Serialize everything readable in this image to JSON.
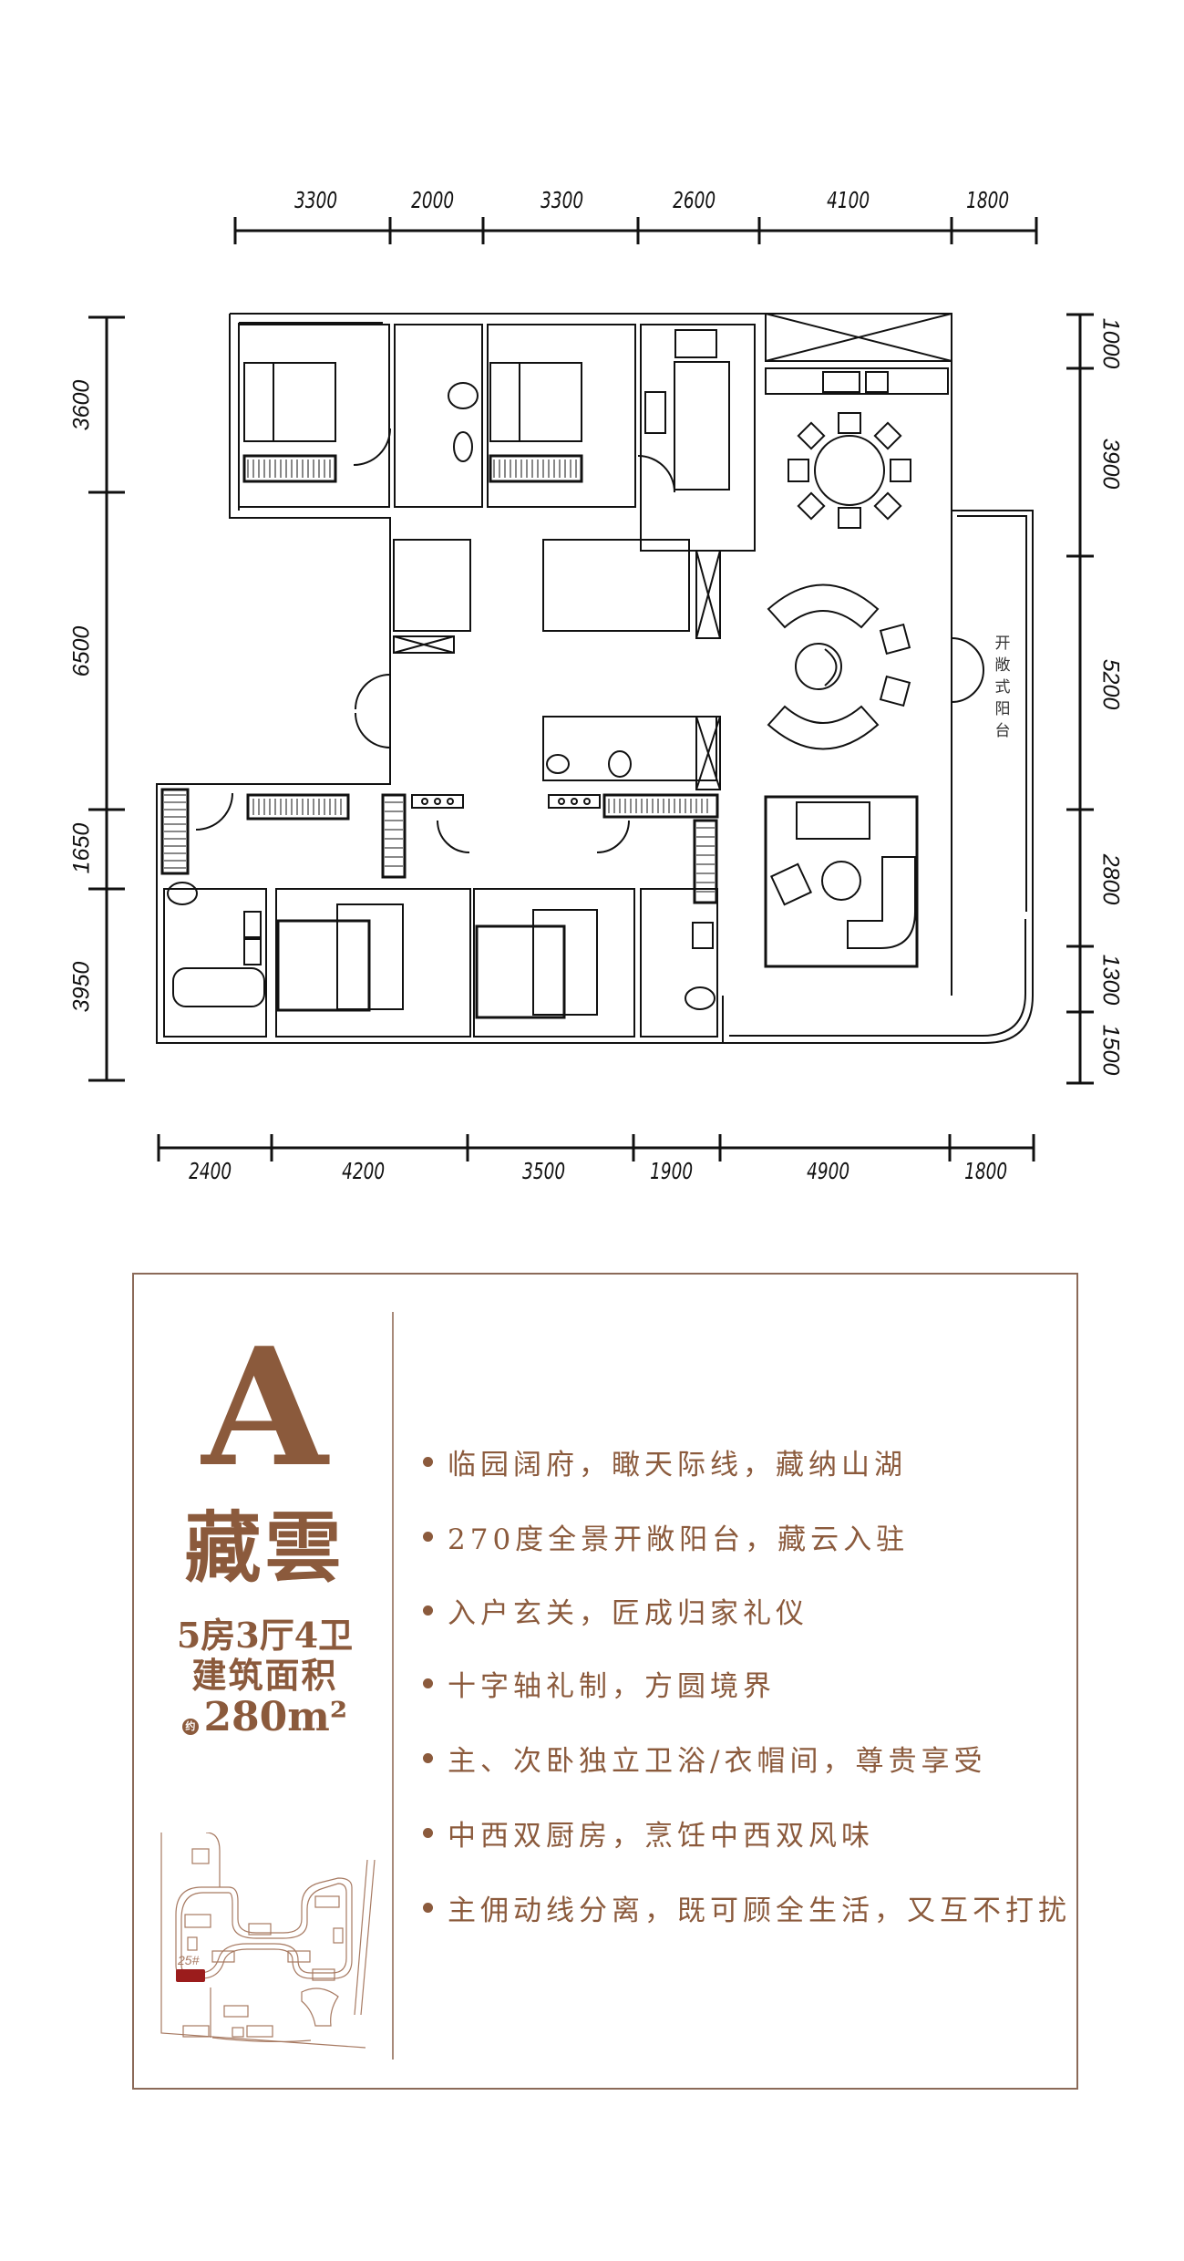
{
  "floorplan": {
    "top_dimensions": [
      "3300",
      "2000",
      "3300",
      "2600",
      "4100",
      "1800"
    ],
    "bottom_dimensions": [
      "2400",
      "4200",
      "3500",
      "1900",
      "4900",
      "1800"
    ],
    "left_dimensions": [
      "3600",
      "6500",
      "1650",
      "3950"
    ],
    "right_dimensions": [
      "1000",
      "3900",
      "5200",
      "2800",
      "1300",
      "1500"
    ],
    "balcony_label": [
      "开",
      "敞",
      "式",
      "阳",
      "台"
    ]
  },
  "info_panel": {
    "type_letter": "A",
    "type_name": "藏雲",
    "layout": "5房3厅4卫",
    "area_label": "建筑面积",
    "area_prefix": "约",
    "area_value": "280m²",
    "site_plan": {
      "building_label": "25#",
      "highlight_color": "#9b1c1c"
    },
    "features": [
      "临园阔府，瞰天际线，藏纳山湖",
      "270度全景开敞阳台，藏云入驻",
      "入户玄关，匠成归家礼仪",
      "十字轴礼制，方圆境界",
      "主、次卧独立卫浴/衣帽间，尊贵享受",
      "中西双厨房，烹饪中西双风味",
      "主佣动线分离，既可顾全生活，又互不打扰"
    ]
  },
  "colors": {
    "accent": "#8b5a3c",
    "border": "#8b6a58",
    "line": "#111111"
  }
}
